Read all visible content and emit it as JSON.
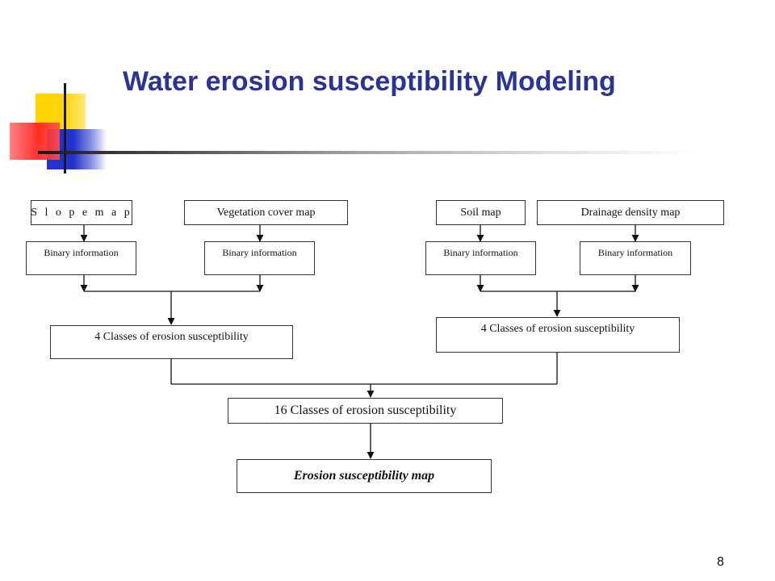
{
  "slide": {
    "title": "Water erosion susceptibility Modeling",
    "page_number": "8"
  },
  "inputs": {
    "slope": "S l o p e    m a p",
    "vegetation": "Vegetation cover map",
    "soil": "Soil map",
    "drainage": "Drainage density map"
  },
  "binary_label": "Binary information",
  "classes": {
    "left": "4 Classes of erosion susceptibility",
    "right": "4 Classes of erosion susceptibility",
    "combined": "16 Classes of erosion susceptibility"
  },
  "output": {
    "final_map": "Erosion susceptibility map"
  },
  "colors": {
    "title": "#2b3494",
    "deco_yellow": "#ffd400",
    "deco_blue": "#2233cc",
    "deco_red": "#ff1f1f"
  }
}
